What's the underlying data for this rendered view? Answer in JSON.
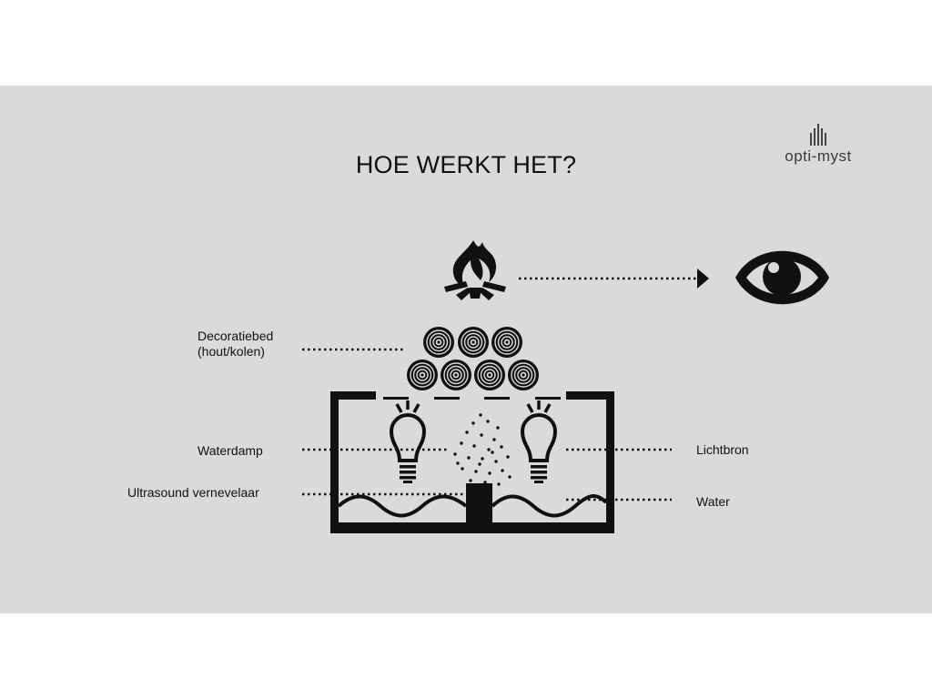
{
  "title": "HOE WERKT HET?",
  "logo": {
    "text": "opti-myst"
  },
  "labels": {
    "decoratiebed_line1": "Decoratiebed",
    "decoratiebed_line2": "(hout/kolen)",
    "waterdamp": "Waterdamp",
    "ultrasound": "Ultrasound vernevelaar",
    "lichtbron": "Lichtbron",
    "water": "Water"
  },
  "icons": {
    "flame": "flame-icon",
    "eye": "eye-icon",
    "log": "log-icon",
    "bulb": "light-bulb-icon",
    "arrow": "arrow-right-icon"
  },
  "colors": {
    "background": "#dadad9",
    "ink": "#111111",
    "page": "#ffffff"
  }
}
